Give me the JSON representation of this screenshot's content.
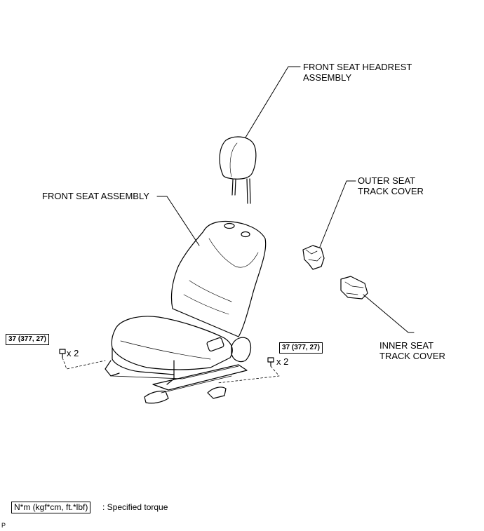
{
  "labels": {
    "headrest_line1": "FRONT SEAT HEADREST",
    "headrest_line2": "ASSEMBLY",
    "seat_assembly": "FRONT SEAT ASSEMBLY",
    "outer_cover_line1": "OUTER SEAT",
    "outer_cover_line2": "TRACK COVER",
    "inner_cover_line1": "INNER SEAT",
    "inner_cover_line2": "TRACK COVER"
  },
  "torque_left": {
    "value": "37 (377, 27)",
    "qty": "x 2"
  },
  "torque_right": {
    "value": "37 (377, 27)",
    "qty": "x 2"
  },
  "legend": {
    "units": "N*m (kgf*cm, ft.*lbf)",
    "description": ": Specified torque"
  },
  "corner_code": "P"
}
